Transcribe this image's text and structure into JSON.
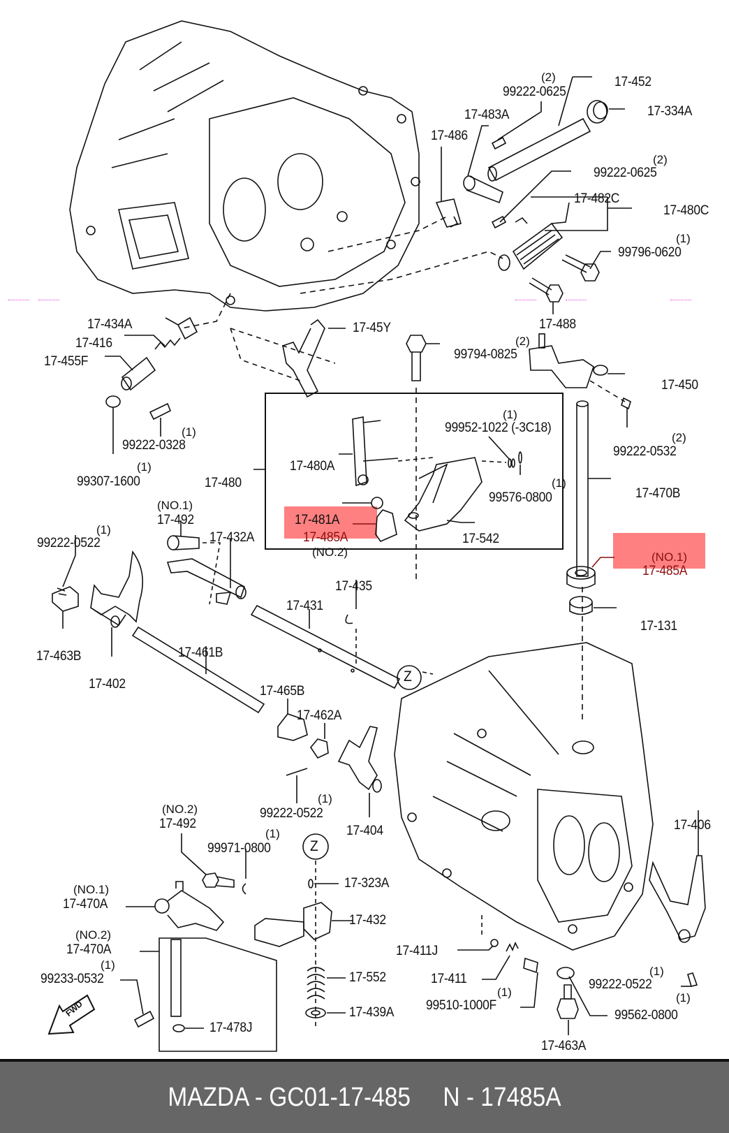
{
  "footer": {
    "caption": "MAZDA - GC01-17-485     N - 17485A"
  },
  "highlight_color": "#ff8080",
  "labels": {
    "l17452": "17-452",
    "q99222_0625a": "(2)",
    "l99222_0625a": "99222-0625",
    "l17334A": "17-334A",
    "l17483A": "17-483A",
    "l17486": "17-486",
    "q99222_0625b": "(2)",
    "l99222_0625b": "99222-0625",
    "l17482C": "17-482C",
    "l17480C": "17-480C",
    "q99796": "(1)",
    "l99796": "99796-0620",
    "l17488": "17-488",
    "l17434A": "17-434A",
    "l17416": "17-416",
    "l17455F": "17-455F",
    "q99222_0328": "(1)",
    "l99222_0328": "99222-0328",
    "q99307": "(1)",
    "l99307": "99307-1600",
    "l1745Y": "17-45Y",
    "q99794": "(2)",
    "l99794": "99794-0825",
    "l17450": "17-450",
    "q99222_0532": "(2)",
    "l99222_0532": "99222-0532",
    "q99952": "(1)",
    "l99952": "99952-1022 (-3C18)",
    "l17480A": "17-480A",
    "l17480": "17-480",
    "q99576": "(1)",
    "l99576": "99576-0800",
    "l17470B": "17-470B",
    "l17481A": "17-481A",
    "l17485A_no2": "17-485A",
    "n17485A_no2": "(NO.2)",
    "l17542": "17-542",
    "n17485A_no1": "(NO.1)",
    "l17485A_no1": "17-485A",
    "n17492_no1": "(NO.1)",
    "l17492_no1": "17-492",
    "q99222_0522a": "(1)",
    "l99222_0522a": "99222-0522",
    "l17432A": "17-432A",
    "l17435": "17-435",
    "l17431": "17-431",
    "l17131": "17-131",
    "l17463B": "17-463B",
    "l17402": "17-402",
    "l17461B": "17-461B",
    "z1": "Z",
    "l17465B": "17-465B",
    "l17462A": "17-462A",
    "q99222_0522b": "(1)",
    "l99222_0522b": "99222-0522",
    "l17404": "17-404",
    "l17406": "17-406",
    "n17492_no2": "(NO.2)",
    "l17492_no2": "17-492",
    "q99971": "(1)",
    "l99971": "99971-0800",
    "z2": "Z",
    "l17323A": "17-323A",
    "n17470A_no1": "(NO.1)",
    "l17470A_no1": "17-470A",
    "l17432": "17-432",
    "n17470A_no2": "(NO.2)",
    "l17470A_no2": "17-470A",
    "q99233": "(1)",
    "l99233": "99233-0532",
    "l17411J": "17-411J",
    "l17552": "17-552",
    "l17411": "17-411",
    "q99222_0522c": "(1)",
    "l99222_0522c": "99222-0522",
    "q99510": "(1)",
    "l99510": "99510-1000F",
    "l17439A": "17-439A",
    "q99562": "(1)",
    "l99562": "99562-0800",
    "l17478J": "17-478J",
    "l17463A": "17-463A",
    "fwd": "FWD"
  }
}
